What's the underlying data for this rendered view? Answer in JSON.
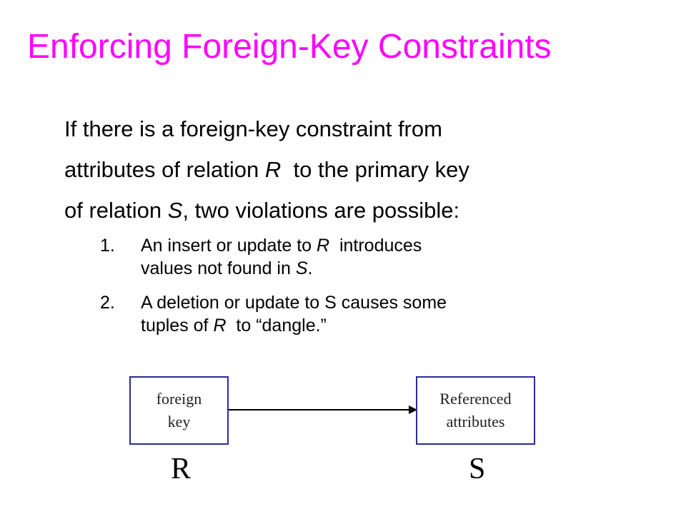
{
  "title": "Enforcing Foreign-Key Constraints",
  "intro": {
    "line1": "If there is a foreign-key constraint from",
    "line2_a": "attributes of relation ",
    "line2_r": "R",
    "line2_b": "  to the primary key",
    "line3_a": "of relation ",
    "line3_s": "S",
    "line3_b": ", two violations are possible:"
  },
  "list": [
    {
      "number": "1.",
      "l1_a": "An insert or update to ",
      "l1_r": "R",
      "l1_b": "  introduces",
      "l2_a": "values not found in ",
      "l2_s": "S",
      "l2_b": "."
    },
    {
      "number": "2.",
      "l1": "A deletion or update to S causes some",
      "l2_a": "tuples of ",
      "l2_r": "R",
      "l2_b": "  to “dangle.”"
    }
  ],
  "diagram": {
    "left_box": {
      "line1": "foreign",
      "line2": "key"
    },
    "right_box": {
      "line1": "Referenced",
      "line2": "attributes"
    },
    "left_relation": "R",
    "right_relation": "S",
    "box_border_color": "#2b2b9a",
    "arrow_color": "#000000"
  },
  "colors": {
    "title": "#ff00ff",
    "text": "#000000",
    "background": "#ffffff"
  }
}
